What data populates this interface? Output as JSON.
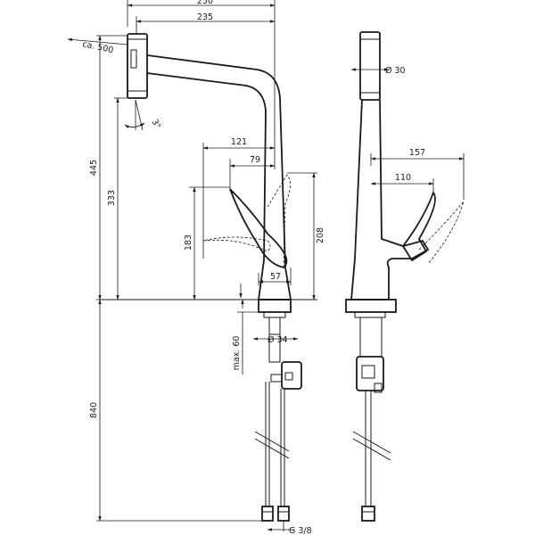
{
  "dimensions": {
    "d250": "250",
    "d235": "235",
    "ca500": "ca. 500",
    "d3": "3°",
    "d445": "445",
    "d333": "333",
    "d121": "121",
    "d79": "79",
    "d183": "183",
    "d208": "208",
    "d57": "57",
    "max60": "max. 60",
    "dia34": "Ø 34",
    "d840": "840",
    "g38": "G 3/8",
    "dia30": "Ø 30",
    "d157": "157",
    "d110": "110"
  }
}
